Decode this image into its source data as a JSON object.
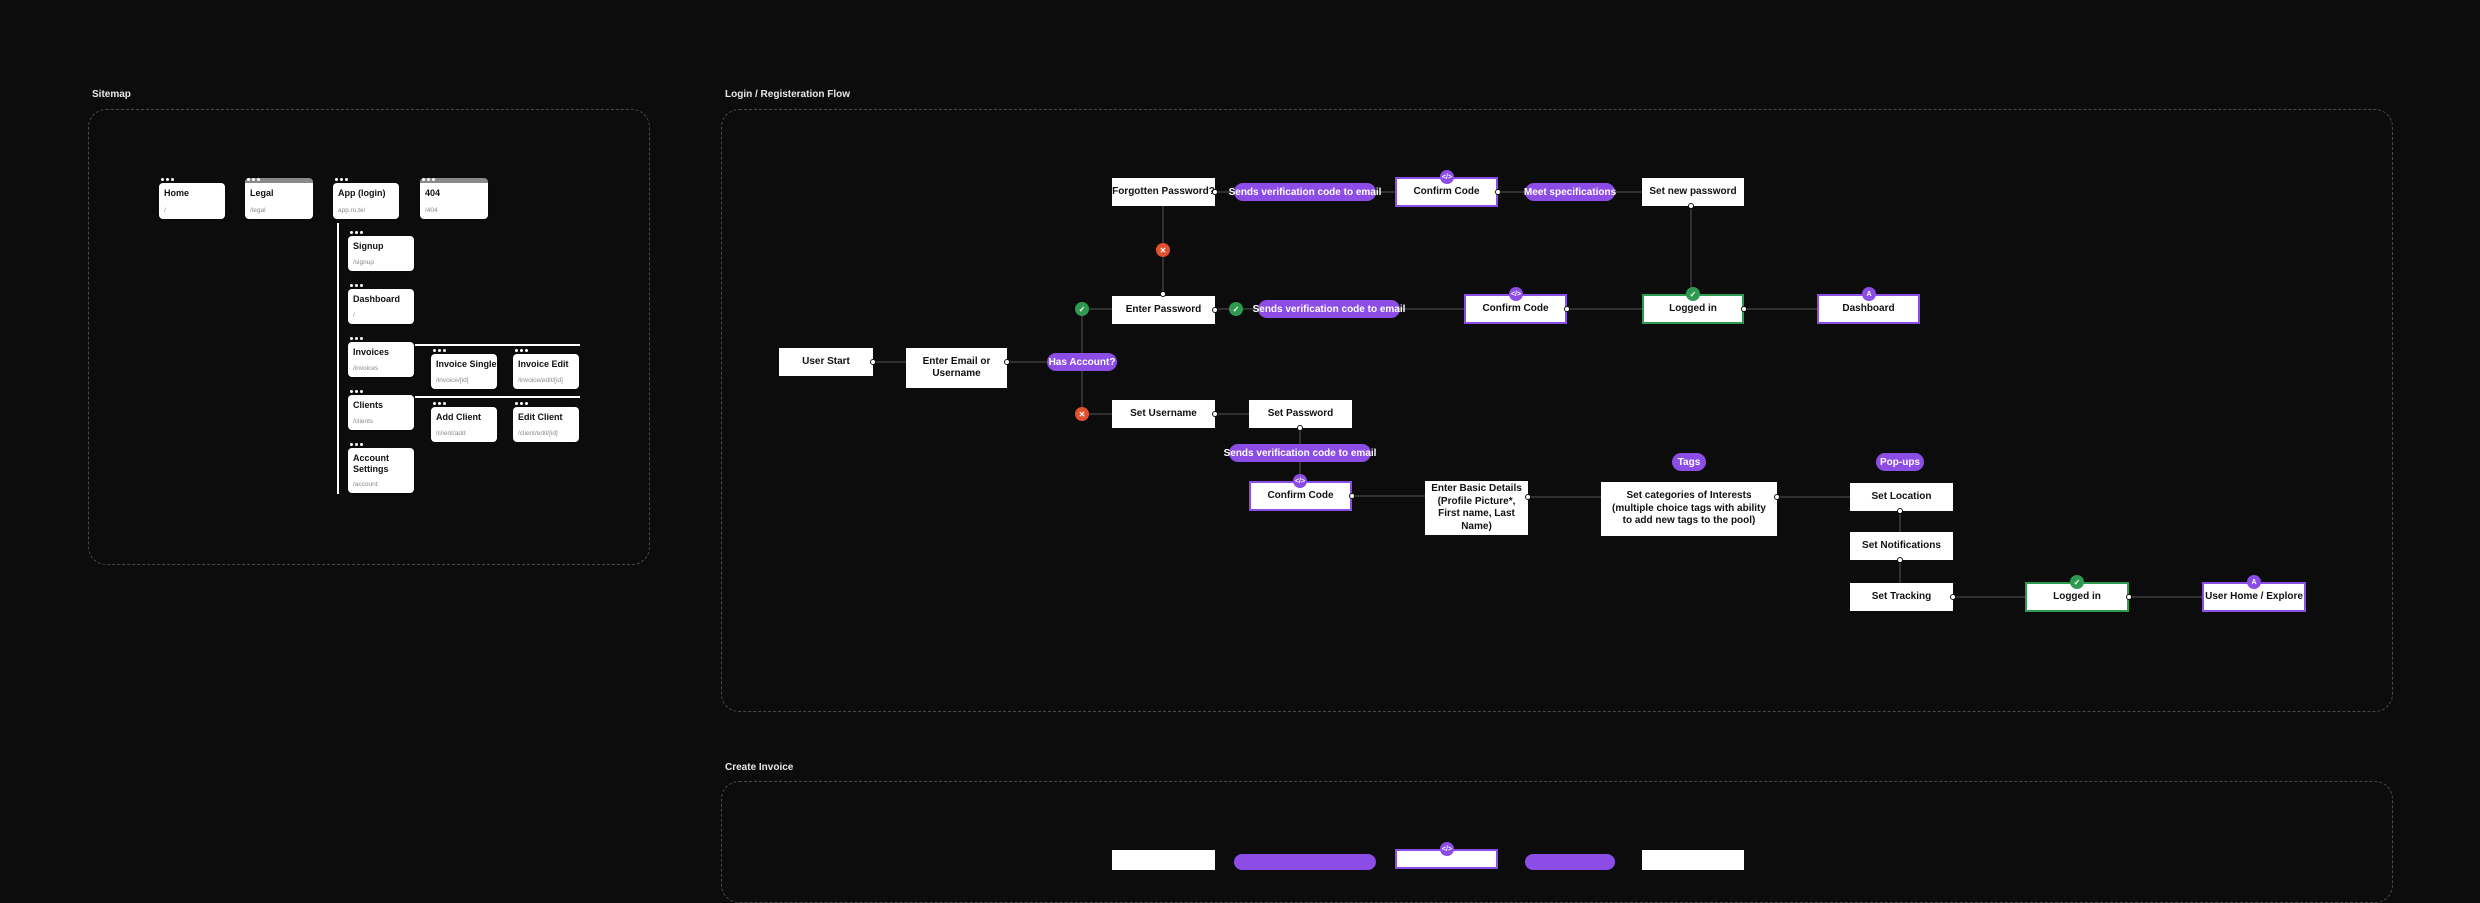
{
  "sections": {
    "sitemap": "Sitemap",
    "login": "Login / Registeration Flow",
    "invoice": "Create Invoice"
  },
  "sitemap": {
    "home": {
      "title": "Home",
      "path": "/"
    },
    "legal": {
      "title": "Legal",
      "path": "/legal"
    },
    "app": {
      "title": "App (login)",
      "path": "app.ro.te/"
    },
    "notfound": {
      "title": "404",
      "path": "/404"
    },
    "signup": {
      "title": "Signup",
      "path": "/signup"
    },
    "dashboard": {
      "title": "Dashboard",
      "path": "/"
    },
    "invoices": {
      "title": "Invoices",
      "path": "/invoices"
    },
    "invoice_single": {
      "title": "Invoice Single",
      "path": "/invoice/[id]"
    },
    "invoice_edit": {
      "title": "Invoice Edit",
      "path": "/invoice/edit/[id]"
    },
    "clients": {
      "title": "Clients",
      "path": "/clients"
    },
    "add_client": {
      "title": "Add Client",
      "path": "/client/add"
    },
    "edit_client": {
      "title": "Edit Client",
      "path": "/client/edit/[id]"
    },
    "account": {
      "title": "Account Settings",
      "path": "/account"
    }
  },
  "flow": {
    "user_start": "User Start",
    "enter_email": "Enter Email  or Username",
    "has_account": "Has Account?",
    "forgotten": "Forgotten Password?",
    "enter_password": "Enter Password",
    "set_username": "Set Username",
    "set_password": "Set Password",
    "send_code_1": "Sends verification code to email",
    "send_code_2": "Sends verification code to email",
    "send_code_3": "Sends verification code to email",
    "confirm_code_1": "Confirm Code",
    "confirm_code_2": "Confirm Code",
    "confirm_code_3": "Confirm Code",
    "meet_specs": "Meet specifications",
    "set_new_password": "Set new password",
    "logged_in_1": "Logged in",
    "dashboard": "Dashboard",
    "basic_details": "Enter Basic Details (Profile Picture*, First name, Last Name)",
    "tags": "Tags",
    "interests": "Set categories of Interests (multiple choice tags with ability to add new tags to the pool)",
    "popups": "Pop-ups",
    "set_location": "Set Location",
    "set_notifications": "Set Notifications",
    "set_tracking": "Set Tracking",
    "logged_in_2": "Logged in",
    "user_home": "User Home / Explore"
  },
  "icons": {
    "check": "check-icon",
    "cross": "cross-icon",
    "code": "code-icon",
    "user": "user-icon"
  },
  "colors": {
    "accent": "#8c4ce6",
    "success": "#2e9a4f",
    "error": "#e0512f",
    "background": "#0c0c0c"
  }
}
